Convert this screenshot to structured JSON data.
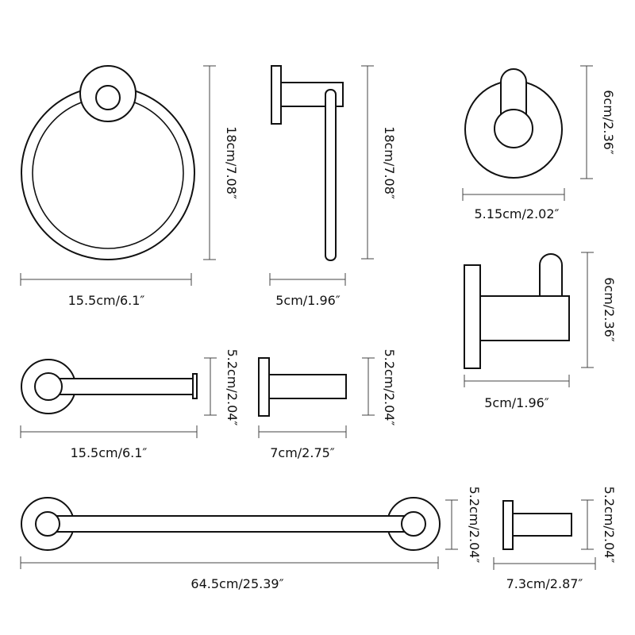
{
  "dimensions": {
    "towel_ring_height": "18cm/7.08″",
    "towel_ring_width": "15.5cm/6.1″",
    "hand_towel_bar_height": "18cm/7.08″",
    "hand_towel_bar_depth": "5cm/1.96″",
    "robe_hook_front_height": "6cm/2.36″",
    "robe_hook_front_width": "5.15cm/2.02″",
    "robe_hook_side_height": "6cm/2.36″",
    "robe_hook_side_depth": "5cm/1.96″",
    "paper_holder_height": "5.2cm/2.04″",
    "paper_holder_width": "15.5cm/6.1″",
    "paper_holder_side_height": "5.2cm/2.04″",
    "paper_holder_side_depth": "7cm/2.75″",
    "towel_bar_height": "5.2cm/2.04″",
    "towel_bar_width": "64.5cm/25.39″",
    "towel_bar_side_height": "5.2cm/2.04″",
    "towel_bar_side_depth": "7.3cm/2.87″"
  },
  "colors": {
    "line": "#111111",
    "dimension_line": "#444444",
    "background": "#ffffff"
  }
}
